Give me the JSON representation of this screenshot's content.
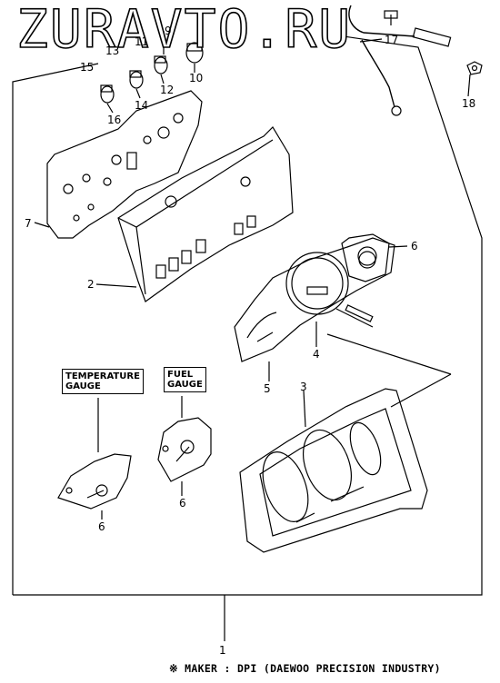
{
  "watermark": "ZURAVTO.RU",
  "labels": {
    "temperature_gauge": "TEMPERATURE\nGAUGE",
    "fuel_gauge": "FUEL\nGAUGE"
  },
  "callouts": {
    "c1": "1",
    "c2": "2",
    "c3": "3",
    "c4": "4",
    "c5": "5",
    "c6a": "6",
    "c6b": "6",
    "c6c": "6",
    "c7": "7",
    "c9": "9",
    "c10": "10",
    "c11": "11",
    "c12": "12",
    "c13": "13",
    "c14": "14",
    "c15": "15",
    "c16": "16",
    "c17": "17",
    "c18": "18"
  },
  "maker_note": "※ MAKER : DPI (DAEWOO PRECISION INDUSTRY)"
}
